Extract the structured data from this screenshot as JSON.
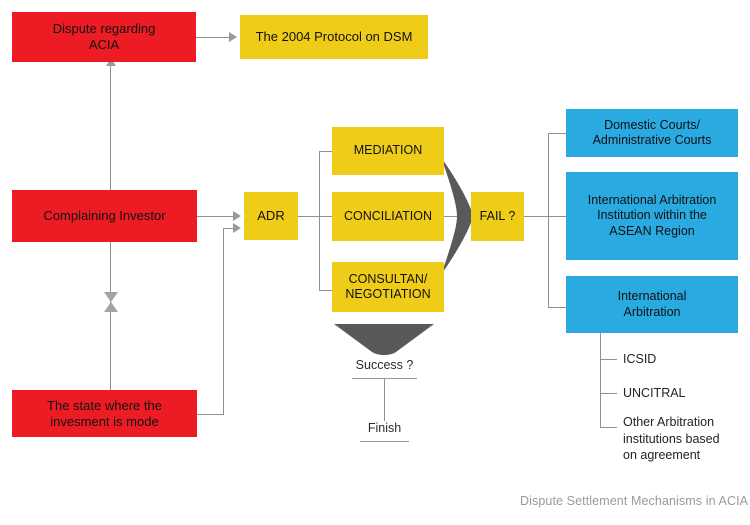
{
  "diagram": {
    "caption": "Dispute Settlement Mechanisms in ACIA",
    "colors": {
      "red": "#ED1C24",
      "yellow": "#EFCC17",
      "blue": "#29ABE2",
      "connector": "#8f8f8f",
      "dark_arrow": "#595959",
      "caption_text": "#9a9a9a"
    },
    "nodes": {
      "dispute": "Dispute regarding\nACIA",
      "protocol": "The 2004 Protocol on DSM",
      "complaining_investor": "Complaining Investor",
      "state": "The state where the\ninvesment is mode",
      "adr": "ADR",
      "mediation": "MEDIATION",
      "conciliation": "CONCILIATION",
      "consultation": "CONSULTAN/\nNEGOTIATION",
      "fail": "FAIL ?",
      "domestic_courts": "Domestic Courts/\nAdministrative Courts",
      "asean_institution": "International Arbitration\nInstitution within the\nASEAN Region",
      "international_arbitration": "International\nArbitration"
    },
    "labels": {
      "success": "Success ?",
      "finish": "Finish",
      "icsid": "ICSID",
      "uncitral": "UNCITRAL",
      "other_arbitration": "Other Arbitration\ninstitutions based\non agreement"
    }
  }
}
